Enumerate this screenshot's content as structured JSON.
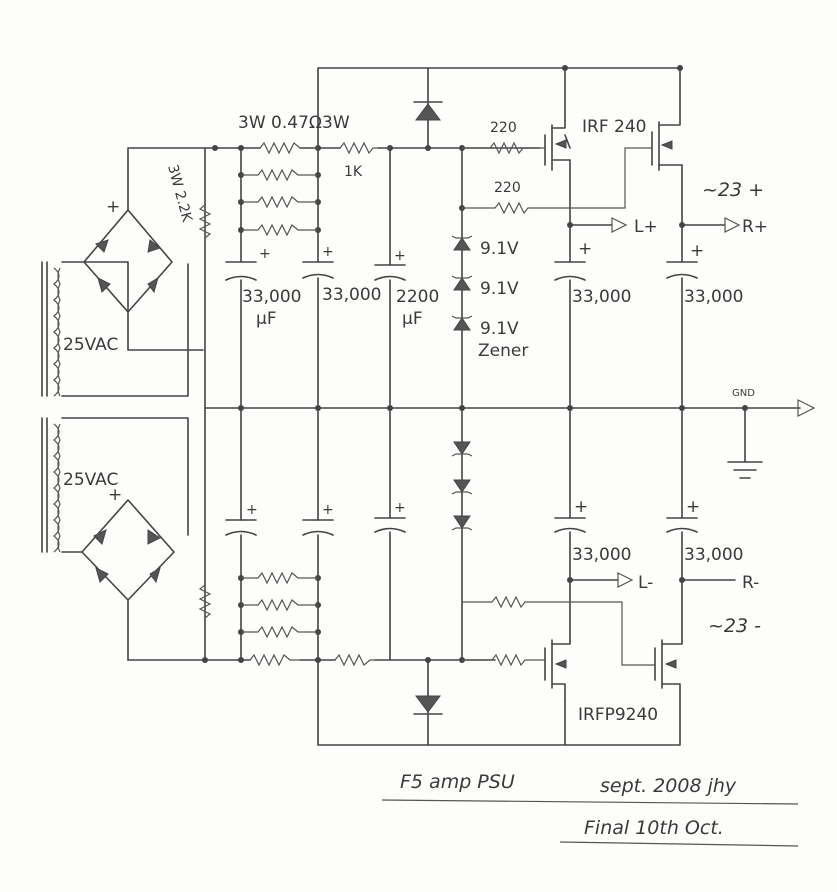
{
  "labels": {
    "r_sense": "3W 0.47Ω",
    "r_3w": "3W",
    "r_1k": "1K",
    "r_bleed": "3W 2.2K",
    "r_gate1": "220",
    "r_gate2": "220",
    "mosfet_top": "IRF 240",
    "mosfet_bottom": "IRFP9240",
    "cap1": "33,000",
    "cap1_unit": "μF",
    "cap2": "33,000",
    "cap3": "2200",
    "cap3_unit": "μF",
    "cap4": "33,000",
    "cap5": "33,000",
    "cap6": "33,000",
    "cap7": "33,000",
    "zener1": "9.1V",
    "zener2": "9.1V",
    "zener3": "9.1V",
    "zener_word": "Zener",
    "vac_top": "25VAC",
    "vac_bottom": "25VAC",
    "out_lplus": "L+",
    "out_rplus": "R+",
    "out_lminus": "L-",
    "out_rminus": "R-",
    "volt_plus": "~23 +",
    "volt_minus": "~23 -",
    "gnd": "GND",
    "plus_sign": "+",
    "title": "F5 amp PSU",
    "date": "sept. 2008 jhy",
    "final": "Final 10th Oct."
  }
}
